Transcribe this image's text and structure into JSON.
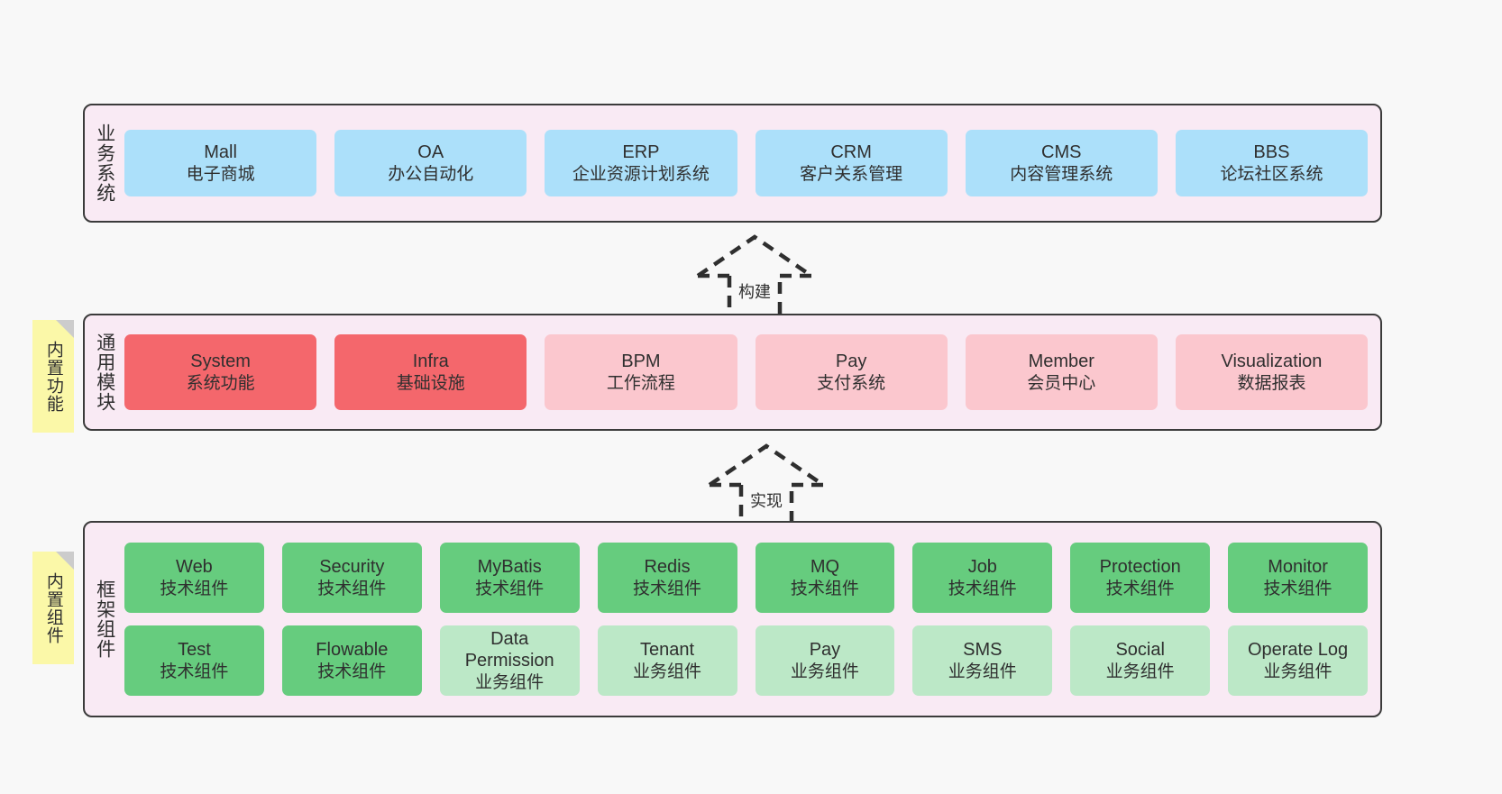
{
  "diagram": {
    "background_color": "#f8f8f8",
    "panel_color": "#f9eaf4",
    "panel_border_color": "#3b3b3b",
    "sticky_color": "#fbf8a8"
  },
  "layers": {
    "business": {
      "label": "业务系统",
      "card_color": "#ace0fa",
      "cards": [
        {
          "name": "Mall",
          "desc": "电子商城"
        },
        {
          "name": "OA",
          "desc": "办公自动化"
        },
        {
          "name": "ERP",
          "desc": "企业资源计划系统"
        },
        {
          "name": "CRM",
          "desc": "客户关系管理"
        },
        {
          "name": "CMS",
          "desc": "内容管理系统"
        },
        {
          "name": "BBS",
          "desc": "论坛社区系统"
        }
      ]
    },
    "module": {
      "label": "通用模块",
      "sticky": "内置功能",
      "highlight_color": "#f4676c",
      "card_color": "#fbc7ce",
      "cards": [
        {
          "name": "System",
          "desc": "系统功能",
          "highlight": true
        },
        {
          "name": "Infra",
          "desc": "基础设施",
          "highlight": true
        },
        {
          "name": "BPM",
          "desc": "工作流程",
          "highlight": false
        },
        {
          "name": "Pay",
          "desc": "支付系统",
          "highlight": false
        },
        {
          "name": "Member",
          "desc": "会员中心",
          "highlight": false
        },
        {
          "name": "Visualization",
          "desc": "数据报表",
          "highlight": false
        }
      ]
    },
    "framework": {
      "label": "框架组件",
      "sticky": "内置组件",
      "tech_color": "#66cc7e",
      "biz_color": "#bce8c7",
      "row1": [
        {
          "name": "Web",
          "desc": "技术组件",
          "kind": "tech"
        },
        {
          "name": "Security",
          "desc": "技术组件",
          "kind": "tech"
        },
        {
          "name": "MyBatis",
          "desc": "技术组件",
          "kind": "tech"
        },
        {
          "name": "Redis",
          "desc": "技术组件",
          "kind": "tech"
        },
        {
          "name": "MQ",
          "desc": "技术组件",
          "kind": "tech"
        },
        {
          "name": "Job",
          "desc": "技术组件",
          "kind": "tech"
        },
        {
          "name": "Protection",
          "desc": "技术组件",
          "kind": "tech"
        },
        {
          "name": "Monitor",
          "desc": "技术组件",
          "kind": "tech"
        }
      ],
      "row2": [
        {
          "name": "Test",
          "desc": "技术组件",
          "kind": "tech"
        },
        {
          "name": "Flowable",
          "desc": "技术组件",
          "kind": "tech"
        },
        {
          "name": "Data Permission",
          "desc": "业务组件",
          "kind": "biz"
        },
        {
          "name": "Tenant",
          "desc": "业务组件",
          "kind": "biz"
        },
        {
          "name": "Pay",
          "desc": "业务组件",
          "kind": "biz"
        },
        {
          "name": "SMS",
          "desc": "业务组件",
          "kind": "biz"
        },
        {
          "name": "Social",
          "desc": "业务组件",
          "kind": "biz"
        },
        {
          "name": "Operate Log",
          "desc": "业务组件",
          "kind": "biz"
        }
      ]
    }
  },
  "connectors": [
    {
      "id": "build",
      "label": "构建",
      "from": "module",
      "to": "business"
    },
    {
      "id": "implement",
      "label": "实现",
      "from": "framework",
      "to": "module"
    }
  ]
}
